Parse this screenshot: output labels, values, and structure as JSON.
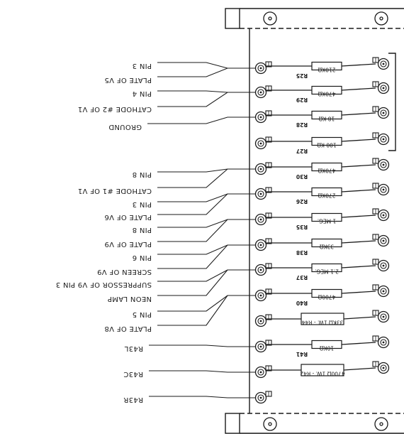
{
  "diagram": {
    "orientation": "upside-down",
    "wire_labels": [
      {
        "id": "pin3-top",
        "text": "PIN 3"
      },
      {
        "id": "plate-v5",
        "text": "PLATE OF V5"
      },
      {
        "id": "pin4",
        "text": "PIN 4"
      },
      {
        "id": "cathode2-v1",
        "text": "CATHODE #2 OF V1"
      },
      {
        "id": "ground",
        "text": "GROUND"
      },
      {
        "id": "pin8-a",
        "text": "PIN 8"
      },
      {
        "id": "cathode1-v1",
        "text": "CATHODE #1 OF V1"
      },
      {
        "id": "pin3-b",
        "text": "PIN 3"
      },
      {
        "id": "plate-v6",
        "text": "PLATE OF V6"
      },
      {
        "id": "pin8-b",
        "text": "PIN 8"
      },
      {
        "id": "plate-v9",
        "text": "PLATE OF V9"
      },
      {
        "id": "pin6",
        "text": "PIN 6"
      },
      {
        "id": "screen-v9",
        "text": "SCREEN OF V9"
      },
      {
        "id": "suppressor-v9",
        "text": "SUPPRESSOR OF V9 PIN 3"
      },
      {
        "id": "neon-lamp",
        "text": "NEON LAMP"
      },
      {
        "id": "pin5",
        "text": "PIN 5"
      },
      {
        "id": "plate-v8",
        "text": "PLATE OF V8"
      },
      {
        "id": "r43l",
        "text": "R43L"
      },
      {
        "id": "r43c",
        "text": "R43C"
      },
      {
        "id": "r43r",
        "text": "R43R"
      }
    ],
    "resistors": [
      {
        "ref": "R25",
        "value": "210KΩ"
      },
      {
        "ref": "R29",
        "value": "470KΩ"
      },
      {
        "ref": "R28",
        "value": "18 KΩ"
      },
      {
        "ref": "R27",
        "value": "100 KΩ"
      },
      {
        "ref": "R30",
        "value": "470KΩ"
      },
      {
        "ref": "R26",
        "value": "270KΩ"
      },
      {
        "ref": "R35",
        "value": "1 MEG."
      },
      {
        "ref": "R38",
        "value": "33KΩ"
      },
      {
        "ref": "R37",
        "value": "2.1 MEG."
      },
      {
        "ref": "R40",
        "value": "4700Ω"
      },
      {
        "ref": "",
        "value": "33KΩ 1W. - R44"
      },
      {
        "ref": "R41",
        "value": "10KΩ"
      },
      {
        "ref": "",
        "value": "4700Ω 1W. - R42"
      }
    ]
  }
}
